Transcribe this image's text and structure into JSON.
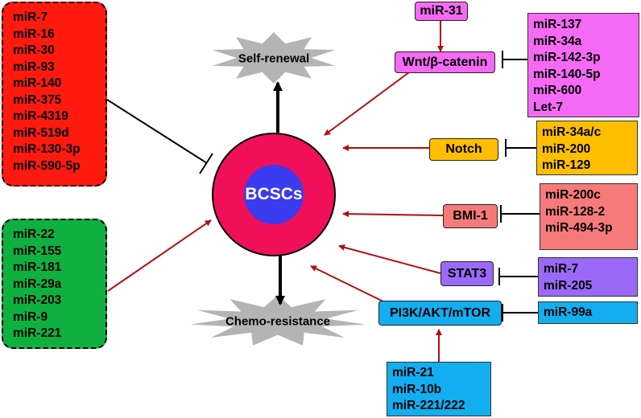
{
  "center": {
    "label": "BCSCs",
    "outer_color": "#f0105a",
    "inner_color": "#3b3bf0"
  },
  "outcomes": {
    "self_renewal": "Self-renewal",
    "chemo_resistance": "Chemo-resistance"
  },
  "groups": {
    "suppressors_left": {
      "color": "#ff1a10",
      "items": [
        "miR-7",
        "miR-16",
        "miR-30",
        "miR-93",
        "miR-140",
        "miR-375",
        "miR-4319",
        "miR-519d",
        "miR-130-3p",
        "miR-590-5p"
      ]
    },
    "promoters_left": {
      "color": "#10b040",
      "items": [
        "miR-22",
        "miR-155",
        "miR-181",
        "miR-29a",
        "miR-203",
        "miR-9",
        "miR-221"
      ]
    }
  },
  "pathways": {
    "wnt": {
      "label": "Wnt/β-catenin",
      "color": "#f56af5",
      "inhibitors": {
        "color": "#f56af5",
        "items": [
          "miR-137",
          "miR-34a",
          "miR-142-3p",
          "miR-140-5p",
          "miR-600",
          "Let-7"
        ]
      },
      "activator": {
        "label": "miR-31",
        "color": "#f56af5"
      }
    },
    "notch": {
      "label": "Notch",
      "color": "#ffbf00",
      "inhibitors": {
        "color": "#ffbf00",
        "items": [
          "miR-34a/c",
          "miR-200",
          "miR-129"
        ]
      }
    },
    "bmi1": {
      "label": "BMI-1",
      "color": "#f77a7a",
      "inhibitors": {
        "color": "#f77a7a",
        "items": [
          "miR-200c",
          "miR-128-2",
          "miR-494-3p"
        ]
      }
    },
    "stat3": {
      "label": "STAT3",
      "color": "#9a6af7",
      "inhibitors": {
        "color": "#9a6af7",
        "items": [
          "miR-7",
          "miR-205"
        ]
      }
    },
    "pi3k": {
      "label": "PI3K/AKT/mTOR",
      "color": "#12aef0",
      "inhibitors": {
        "color": "#12aef0",
        "items": [
          "miR-99a"
        ]
      },
      "activators": {
        "color": "#12aef0",
        "items": [
          "miR-21",
          "miR-10b",
          "miR-221/222"
        ]
      }
    }
  },
  "colors": {
    "activation_arrow": "#b01010",
    "inhibition_line": "#000000",
    "burst": "#b4b4b4"
  }
}
